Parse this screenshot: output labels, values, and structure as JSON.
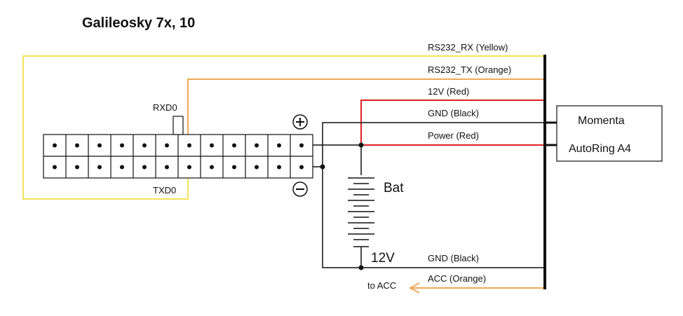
{
  "title": "Galileosky 7x, 10",
  "colors": {
    "yellow": "#f2e35a",
    "orange": "#f0a858",
    "red": "#e02020",
    "black": "#111111"
  },
  "connector": {
    "columns": 12,
    "rows": 2,
    "pin_labels": {
      "rxd": "RXD0",
      "txd": "TXD0"
    },
    "plus_symbol": "+",
    "minus_symbol": "−"
  },
  "wires": {
    "rs232_rx": "RS232_RX (Yellow)",
    "rs232_tx": "RS232_TX (Orange)",
    "v12_red": "12V (Red)",
    "gnd_black_top": "GND (Black)",
    "power_red": "Power (Red)",
    "gnd_black_bottom": "GND (Black)",
    "acc_orange": "ACC (Orange)",
    "to_acc": "to ACC"
  },
  "device": {
    "line1": "Momenta",
    "line2": "AutoRing A4"
  },
  "battery": {
    "label": "Bat",
    "voltage": "12V"
  }
}
